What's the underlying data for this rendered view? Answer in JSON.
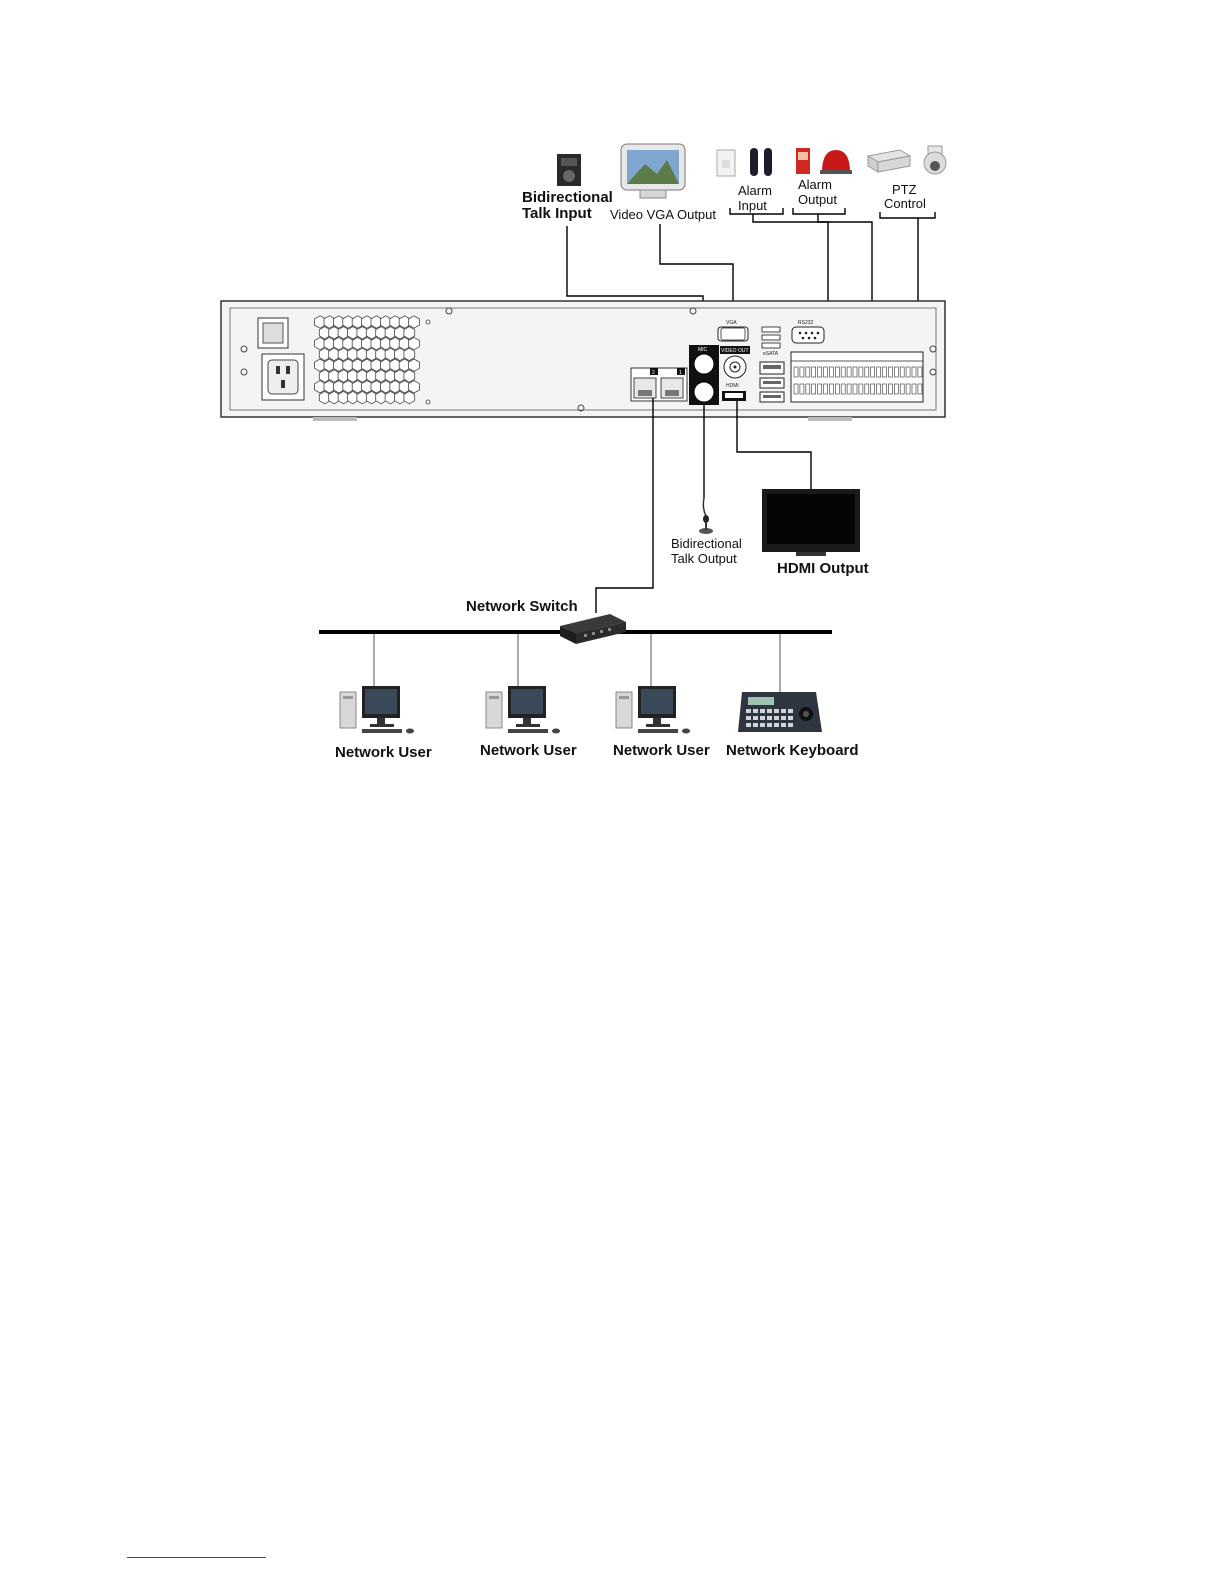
{
  "labels": {
    "talk_input_line1": "Bidirectional",
    "talk_input_line2": "Talk Input",
    "vga_output": "Video VGA Output",
    "alarm_input_line1": "Alarm",
    "alarm_input_line2": "Input",
    "alarm_output_line1": "Alarm",
    "alarm_output_line2": "Output",
    "ptz_line1": "PTZ",
    "ptz_line2": "Control",
    "talk_output_line1": "Bidirectional",
    "talk_output_line2": "Talk Output",
    "hdmi_output": "HDMI Output",
    "network_switch": "Network Switch",
    "network_user_1": "Network User",
    "network_user_2": "Network User",
    "network_user_3": "Network User",
    "network_keyboard": "Network Keyboard"
  },
  "panel": {
    "vga": "VGA",
    "rs232": "RS232",
    "mic": "MIC",
    "video_out": "VIDEO OUT",
    "hdmi": "HDMI",
    "esata": "eSATA",
    "lan_2": "2",
    "lan_1": "1"
  },
  "colors": {
    "line": "#000000",
    "chassis_fill": "#f4f4f4",
    "link_rule": "#2a45c0"
  }
}
